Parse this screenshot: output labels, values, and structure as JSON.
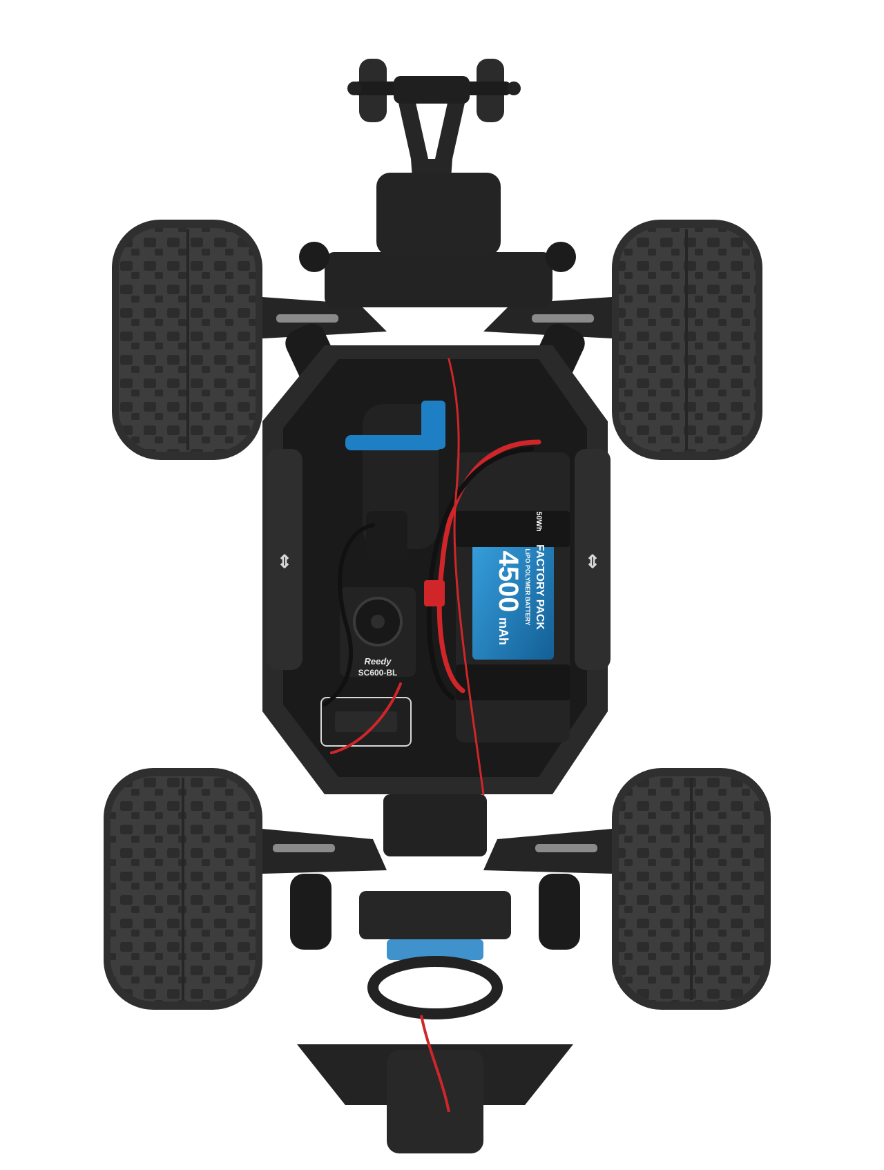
{
  "image": {
    "subject": "rc-monster-truck-chassis-top-view",
    "background_color": "#ffffff"
  },
  "esc": {
    "brand_label": "Reedy",
    "model_label": "SC600-BL"
  },
  "battery": {
    "brand_label": "FACTORY PACK",
    "subtitle_label": "LiPO POLYMER BATTERY",
    "capacity_label": "4500",
    "unit_label": "mAh",
    "energy_label": "50Wh"
  },
  "colors": {
    "chassis": "#2a2a2a",
    "chassis_dark": "#161616",
    "tire": "#3b3b3b",
    "tire_block": "#2b2b2b",
    "accent_blue": "#1e7fc4",
    "battery_label_blue": "#2a8fd0",
    "wire_red": "#d0262a",
    "wire_black": "#111111"
  }
}
